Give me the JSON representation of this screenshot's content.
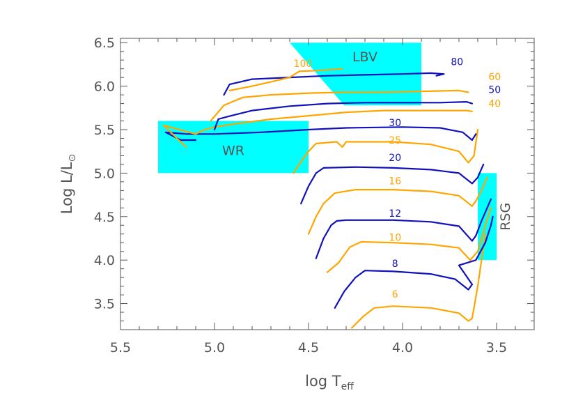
{
  "chart_data": {
    "type": "line",
    "title": "",
    "xlabel": "log T",
    "xlabel_sub": "eff",
    "ylabel": "Log L/L",
    "ylabel_sub": "⊙",
    "xlim": [
      5.5,
      3.3
    ],
    "ylim": [
      3.2,
      6.55
    ],
    "x_reversed": true,
    "x_ticks": [
      5.5,
      5.0,
      4.5,
      4.0,
      3.5
    ],
    "x_tick_labels": [
      "5.5",
      "5.0",
      "4.5",
      "4.0",
      "3.5"
    ],
    "y_ticks": [
      3.5,
      4.0,
      4.5,
      5.0,
      5.5,
      6.0,
      6.5
    ],
    "y_tick_labels": [
      "3.5",
      "4.0",
      "4.5",
      "5.0",
      "5.5",
      "6.0",
      "6.5"
    ],
    "grid": false,
    "colors": {
      "cyan": "#00ffff",
      "blue": "#1111bb",
      "orange": "#ffa500",
      "axis": "#555555"
    },
    "regions": [
      {
        "label": "WR",
        "polygon": [
          [
            5.3,
            5.0
          ],
          [
            5.3,
            5.6
          ],
          [
            4.5,
            5.6
          ],
          [
            4.5,
            5.0
          ]
        ],
        "label_pos": [
          4.9,
          5.25
        ]
      },
      {
        "label": "LBV",
        "polygon": [
          [
            4.6,
            6.5
          ],
          [
            3.9,
            6.5
          ],
          [
            3.9,
            5.78
          ],
          [
            4.31,
            5.78
          ]
        ],
        "label_pos": [
          4.2,
          6.33
        ]
      },
      {
        "label": "RSG",
        "polygon": [
          [
            3.6,
            4.0
          ],
          [
            3.6,
            5.0
          ],
          [
            3.5,
            5.0
          ],
          [
            3.5,
            4.0
          ]
        ],
        "label_pos": [
          3.45,
          4.5
        ],
        "rotated": true
      }
    ],
    "series": [
      {
        "name": "6",
        "color": "orange",
        "label_pos": [
          4.04,
          3.57
        ],
        "points": [
          [
            4.27,
            3.22
          ],
          [
            4.21,
            3.35
          ],
          [
            4.15,
            3.45
          ],
          [
            4.05,
            3.47
          ],
          [
            3.85,
            3.45
          ],
          [
            3.7,
            3.39
          ],
          [
            3.65,
            3.3
          ],
          [
            3.63,
            3.33
          ],
          [
            3.6,
            3.7
          ],
          [
            3.58,
            4.0
          ],
          [
            3.56,
            4.3
          ]
        ]
      },
      {
        "name": "8",
        "color": "blue",
        "label_pos": [
          4.04,
          3.92
        ],
        "points": [
          [
            4.36,
            3.45
          ],
          [
            4.31,
            3.64
          ],
          [
            4.25,
            3.8
          ],
          [
            4.2,
            3.88
          ],
          [
            4.05,
            3.87
          ],
          [
            3.85,
            3.84
          ],
          [
            3.72,
            3.78
          ],
          [
            3.65,
            3.66
          ],
          [
            3.63,
            3.72
          ],
          [
            3.7,
            3.94
          ],
          [
            3.61,
            4.0
          ],
          [
            3.56,
            4.2
          ],
          [
            3.53,
            4.4
          ],
          [
            3.52,
            4.5
          ]
        ]
      },
      {
        "name": "10",
        "color": "orange",
        "label_pos": [
          4.04,
          4.22
        ],
        "points": [
          [
            4.4,
            3.86
          ],
          [
            4.34,
            3.97
          ],
          [
            4.28,
            4.15
          ],
          [
            4.22,
            4.21
          ],
          [
            4.05,
            4.2
          ],
          [
            3.85,
            4.18
          ],
          [
            3.7,
            4.14
          ],
          [
            3.64,
            4.0
          ],
          [
            3.62,
            4.05
          ],
          [
            3.6,
            4.1
          ],
          [
            3.56,
            4.4
          ],
          [
            3.53,
            4.6
          ]
        ]
      },
      {
        "name": "12",
        "color": "blue",
        "label_pos": [
          4.04,
          4.5
        ],
        "points": [
          [
            4.46,
            4.02
          ],
          [
            4.42,
            4.25
          ],
          [
            4.38,
            4.4
          ],
          [
            4.35,
            4.45
          ],
          [
            4.3,
            4.46
          ],
          [
            4.05,
            4.46
          ],
          [
            3.85,
            4.44
          ],
          [
            3.7,
            4.39
          ],
          [
            3.63,
            4.22
          ],
          [
            3.61,
            4.28
          ],
          [
            3.58,
            4.45
          ],
          [
            3.55,
            4.6
          ],
          [
            3.53,
            4.7
          ]
        ]
      },
      {
        "name": "16",
        "color": "orange",
        "label_pos": [
          4.04,
          4.87
        ],
        "points": [
          [
            4.5,
            4.3
          ],
          [
            4.46,
            4.5
          ],
          [
            4.42,
            4.65
          ],
          [
            4.36,
            4.77
          ],
          [
            4.25,
            4.81
          ],
          [
            4.05,
            4.81
          ],
          [
            3.85,
            4.79
          ],
          [
            3.7,
            4.74
          ],
          [
            3.63,
            4.62
          ],
          [
            3.61,
            4.68
          ],
          [
            3.58,
            4.8
          ],
          [
            3.55,
            4.95
          ]
        ]
      },
      {
        "name": "20",
        "color": "blue",
        "label_pos": [
          4.04,
          5.14
        ],
        "points": [
          [
            4.54,
            4.65
          ],
          [
            4.5,
            4.85
          ],
          [
            4.46,
            5.0
          ],
          [
            4.42,
            5.06
          ],
          [
            4.25,
            5.07
          ],
          [
            4.05,
            5.06
          ],
          [
            3.85,
            5.04
          ],
          [
            3.7,
            5.0
          ],
          [
            3.63,
            4.88
          ],
          [
            3.6,
            4.95
          ],
          [
            3.57,
            5.1
          ]
        ]
      },
      {
        "name": "25",
        "color": "orange",
        "label_pos": [
          4.04,
          5.34
        ],
        "points": [
          [
            4.58,
            5.0
          ],
          [
            4.55,
            5.1
          ],
          [
            4.5,
            5.25
          ],
          [
            4.46,
            5.34
          ],
          [
            4.35,
            5.36
          ],
          [
            4.32,
            5.3
          ],
          [
            4.3,
            5.36
          ],
          [
            4.05,
            5.36
          ],
          [
            3.85,
            5.33
          ],
          [
            3.7,
            5.25
          ],
          [
            3.65,
            5.12
          ],
          [
            3.62,
            5.2
          ],
          [
            3.6,
            5.5
          ]
        ]
      },
      {
        "name": "30",
        "color": "blue",
        "label_pos": [
          4.04,
          5.54
        ],
        "points": [
          [
            5.1,
            5.38
          ],
          [
            5.18,
            5.38
          ],
          [
            5.26,
            5.47
          ],
          [
            5.15,
            5.45
          ],
          [
            5.0,
            5.45
          ],
          [
            4.75,
            5.47
          ],
          [
            4.5,
            5.5
          ],
          [
            4.3,
            5.52
          ],
          [
            4.0,
            5.53
          ],
          [
            3.8,
            5.52
          ],
          [
            3.68,
            5.47
          ],
          [
            3.63,
            5.38
          ],
          [
            3.61,
            5.45
          ]
        ]
      },
      {
        "name": "40",
        "color": "orange",
        "label_pos": [
          3.51,
          5.76
        ],
        "points": [
          [
            5.15,
            5.3
          ],
          [
            5.2,
            5.4
          ],
          [
            5.27,
            5.55
          ],
          [
            5.1,
            5.45
          ],
          [
            5.05,
            5.5
          ],
          [
            5.0,
            5.53
          ],
          [
            4.88,
            5.57
          ],
          [
            4.7,
            5.62
          ],
          [
            4.5,
            5.66
          ],
          [
            4.3,
            5.7
          ],
          [
            4.1,
            5.72
          ],
          [
            3.9,
            5.72
          ],
          [
            3.66,
            5.72
          ],
          [
            3.63,
            5.71
          ]
        ]
      },
      {
        "name": "50",
        "color": "blue",
        "label_pos": [
          3.51,
          5.92
        ],
        "points": [
          [
            5.0,
            5.5
          ],
          [
            4.98,
            5.62
          ],
          [
            4.93,
            5.65
          ],
          [
            4.8,
            5.72
          ],
          [
            4.6,
            5.77
          ],
          [
            4.4,
            5.8
          ],
          [
            4.2,
            5.81
          ],
          [
            4.0,
            5.81
          ],
          [
            3.8,
            5.81
          ],
          [
            3.66,
            5.82
          ],
          [
            3.63,
            5.8
          ]
        ]
      },
      {
        "name": "60",
        "color": "orange",
        "label_pos": [
          3.51,
          6.07
        ],
        "points": [
          [
            5.02,
            5.6
          ],
          [
            4.95,
            5.78
          ],
          [
            4.85,
            5.87
          ],
          [
            4.7,
            5.9
          ],
          [
            4.5,
            5.92
          ],
          [
            4.3,
            5.93
          ],
          [
            4.1,
            5.93
          ],
          [
            3.9,
            5.94
          ],
          [
            3.7,
            5.95
          ],
          [
            3.65,
            5.93
          ]
        ]
      },
      {
        "name": "80",
        "color": "blue",
        "label_pos": [
          3.71,
          6.24
        ],
        "points": [
          [
            4.95,
            5.9
          ],
          [
            4.92,
            6.02
          ],
          [
            4.8,
            6.08
          ],
          [
            4.6,
            6.1
          ],
          [
            4.4,
            6.12
          ],
          [
            4.2,
            6.13
          ],
          [
            4.0,
            6.14
          ],
          [
            3.85,
            6.15
          ],
          [
            3.78,
            6.14
          ],
          [
            3.82,
            6.12
          ]
        ]
      },
      {
        "name": "100",
        "color": "orange",
        "label_pos": [
          4.53,
          6.22
        ],
        "points": [
          [
            4.92,
            5.95
          ],
          [
            4.8,
            6.0
          ],
          [
            4.7,
            6.05
          ],
          [
            4.6,
            6.1
          ],
          [
            4.55,
            6.17
          ],
          [
            4.45,
            6.18
          ],
          [
            4.32,
            6.2
          ]
        ]
      }
    ]
  }
}
